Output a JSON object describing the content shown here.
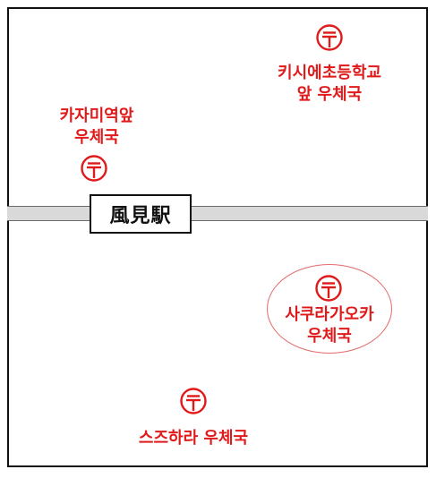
{
  "map": {
    "colors": {
      "post_office": "#e01a1a",
      "highlight": "#e36a6a",
      "railway_fill": "#d9d9d9",
      "frame": "#111111"
    },
    "station": {
      "name": "風見駅"
    },
    "post_offices": [
      {
        "id": "kishi-elementary",
        "icon": "japan-post-office-icon",
        "line1": "키시에초등학교",
        "line2": "앞 우체국"
      },
      {
        "id": "kazami-station",
        "icon": "japan-post-office-icon",
        "line1": "카자미역앞",
        "line2": "우체국"
      },
      {
        "id": "sakuragaoka",
        "icon": "japan-post-office-icon",
        "line1": "사쿠라가오카",
        "line2": "우체국",
        "highlighted": true
      },
      {
        "id": "suzuhara",
        "icon": "japan-post-office-icon",
        "line1": "스즈하라 우체국"
      }
    ]
  }
}
